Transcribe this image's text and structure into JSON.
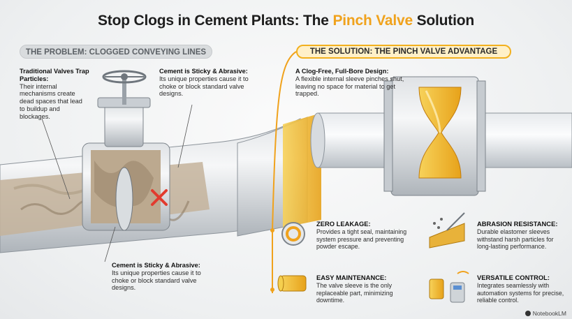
{
  "title": {
    "part1": "Stop Clogs in Cement Plants: The ",
    "highlight": "Pinch Valve",
    "part2": " Solution"
  },
  "problem": {
    "label": "THE PROBLEM: CLOGGED CONVEYING LINES",
    "traditional": {
      "heading": "Traditional Valves Trap Particles:",
      "body": "Their internal mechanisms create dead spaces that lead to buildup and blockages."
    },
    "sticky_top": {
      "heading": "Cement is Sticky & Abrasive:",
      "body": "Its unique properties cause it to choke or block standard valve designs."
    },
    "sticky_bottom": {
      "heading": "Cement is Sticky & Abrasive:",
      "body": "Its unique properties cause it to choke or block standard valve designs."
    }
  },
  "solution": {
    "label": "THE SOLUTION: THE PINCH VALVE ADVANTAGE",
    "design": {
      "heading": "A Clog-Free, Full-Bore Design:",
      "body": "A flexible internal sleeve pinches shut, leaving no space for material to get trapped."
    },
    "features": [
      {
        "heading": "ZERO LEAKAGE:",
        "body": "Provides a tight seal, maintaining system pressure and preventing powder escape.",
        "icon": "seal-ring-icon"
      },
      {
        "heading": "ABRASION RESISTANCE:",
        "body": "Durable elastomer sleeves withstand harsh particles for long-lasting performance.",
        "icon": "abrasion-icon"
      },
      {
        "heading": "EASY MAINTENANCE:",
        "body": "The valve sleeve is the only replaceable part, minimizing downtime.",
        "icon": "sleeve-icon"
      },
      {
        "heading": "VERSATILE CONTROL:",
        "body": "Integrates seamlessly with automation systems for precise, reliable control.",
        "icon": "control-icon"
      }
    ]
  },
  "branding": {
    "label": "NotebookLM"
  },
  "colors": {
    "accent": "#f0a21c",
    "pipe": "#c9cdd1",
    "cement": "#b7a48c",
    "clog_mark": "#e23b2e"
  }
}
